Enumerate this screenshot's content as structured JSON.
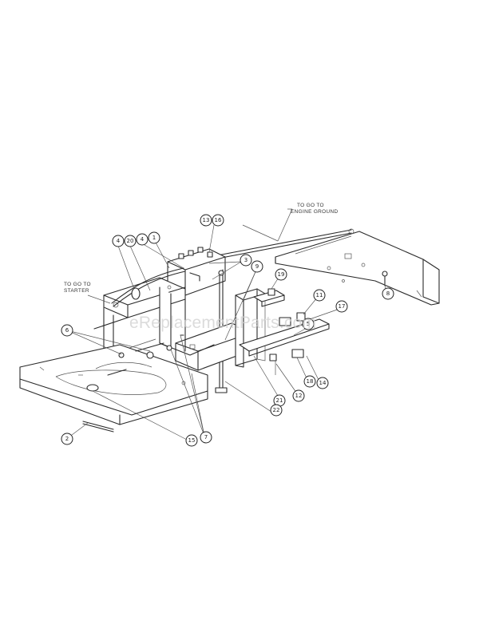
{
  "callouts": [
    "13",
    "16",
    "4",
    "20",
    "4",
    "1",
    "3",
    "9",
    "19",
    "11",
    "5",
    "17",
    "8",
    "6",
    "21",
    "22",
    "12",
    "18",
    "14",
    "2",
    "15",
    "7"
  ],
  "notes": {
    "engine_ground_line1": "TO GO TO",
    "engine_ground_line2": "ENGINE GROUND",
    "starter_line1": "TO GO TO",
    "starter_line2": "STARTER"
  },
  "watermark": "eReplacementParts.com"
}
